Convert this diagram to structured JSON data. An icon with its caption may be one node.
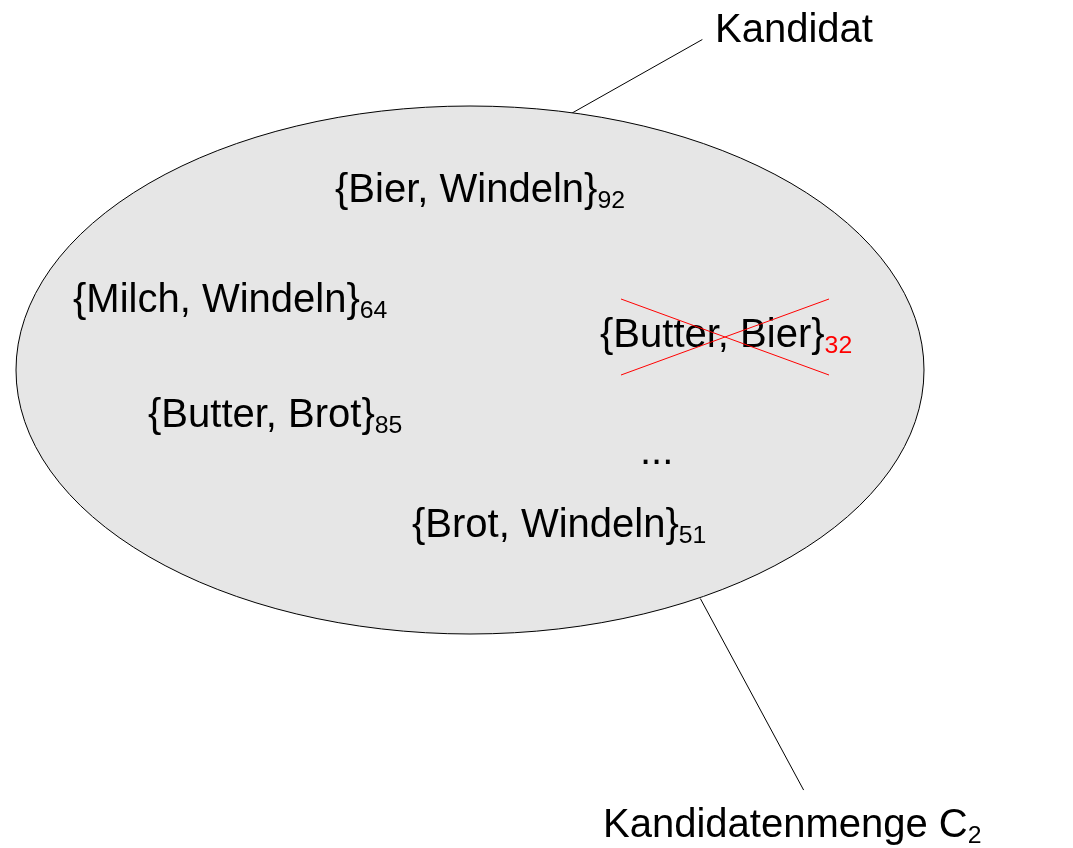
{
  "diagram": {
    "nodes": [
      {
        "text": [],
        "shape": "ellipse"
      },
      {
        "text": [
          "{Bier, Windeln}$_{92}$"
        ],
        "in": 0
      },
      {
        "text": [
          "{Milch, Windeln}$_{64}$"
        ],
        "in": 0
      },
      {
        "text": [
          "{Butter, Bier}$_{32}$"
        ],
        "in": 0
      },
      {
        "text": [
          "{Butter, Brot}$_{85}$"
        ],
        "in": 0
      },
      {
        "text": [
          "..."
        ],
        "in": 0
      },
      {
        "text": [
          "{Brot, Windeln}$_{51}$"
        ],
        "in": 0
      },
      {
        "text": [
          "Kandidat"
        ]
      },
      {
        "text": [
          "Kandidatenmenge C$_{2}$"
        ]
      }
    ],
    "edges": [
      {
        "from": 7,
        "to": 1,
        "arrow": "none"
      },
      {
        "from": 8,
        "to": 0,
        "arrow": "none"
      }
    ]
  }
}
